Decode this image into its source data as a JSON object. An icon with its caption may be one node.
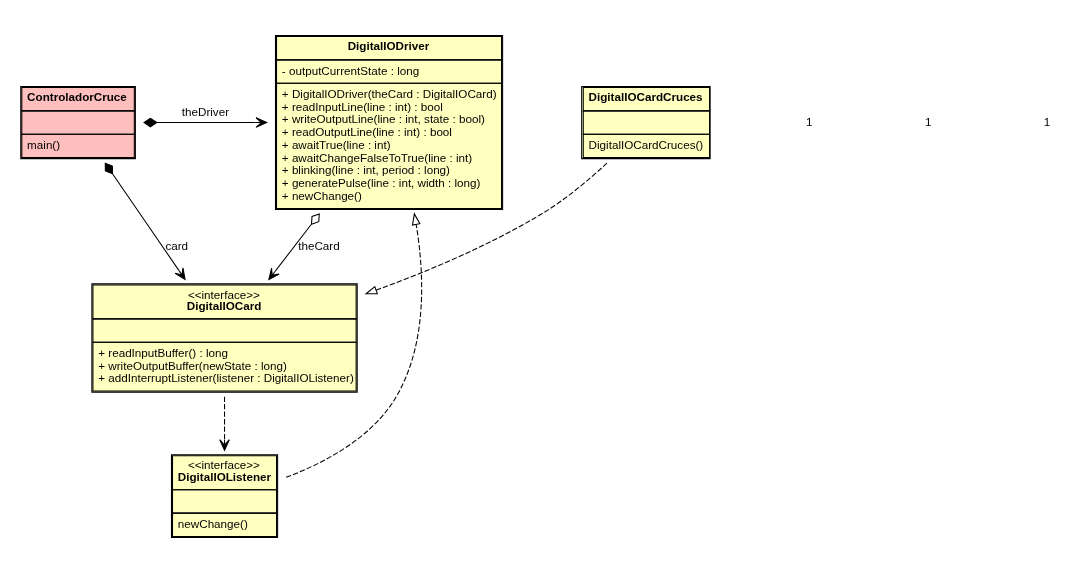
{
  "diagram": {
    "nodes": [
      {
        "text": [
          "ControladorCruce",
          "main()"
        ]
      },
      {
        "text": [
          "DigitalIODriver",
          "- outputCurrentState : long",
          "+ DigitalIODriver(theCard : DigitalIOCard)",
          "+ readInputLine(line : int) : bool",
          "+ writeOutputLine(line : int, state : bool)",
          "+ readOutputLine(line : int) : bool",
          "+ awaitTrue(line : int)",
          "+ awaitChangeFalseToTrue(line : int)",
          "+ blinking(line : int, period : long)",
          "+ generatePulse(line : int, width : long)",
          "+ newChange()"
        ]
      },
      {
        "text": [
          "<<interface>>",
          "DigitalIOCard",
          "+ readInputBuffer() : long",
          "+ writeOutputBuffer(newState : long)",
          "+ addInterruptListener(listener : DigitalIOListener)"
        ]
      },
      {
        "text": [
          "DigitalIOCardCruces",
          "DigitalIOCardCruces()"
        ]
      },
      {
        "text": [
          "<<interface>>",
          "DigitalIOListener",
          "newChange()"
        ]
      }
    ],
    "edges": [
      {
        "from": 0,
        "to": 1,
        "arrow": "to",
        "label": "theDriver"
      },
      {
        "from": 0,
        "to": 2,
        "arrow": "to",
        "label": "card"
      },
      {
        "from": 1,
        "to": 2,
        "arrow": "to",
        "label": "theCard"
      },
      {
        "from": 3,
        "to": 2,
        "arrow": "to",
        "style": "dashed"
      },
      {
        "from": 2,
        "to": 4,
        "arrow": "to",
        "style": "dashed"
      },
      {
        "from": 4,
        "to": 1,
        "arrow": "to",
        "style": "dashed"
      }
    ],
    "labels": [
      "1",
      "1",
      "1"
    ]
  }
}
